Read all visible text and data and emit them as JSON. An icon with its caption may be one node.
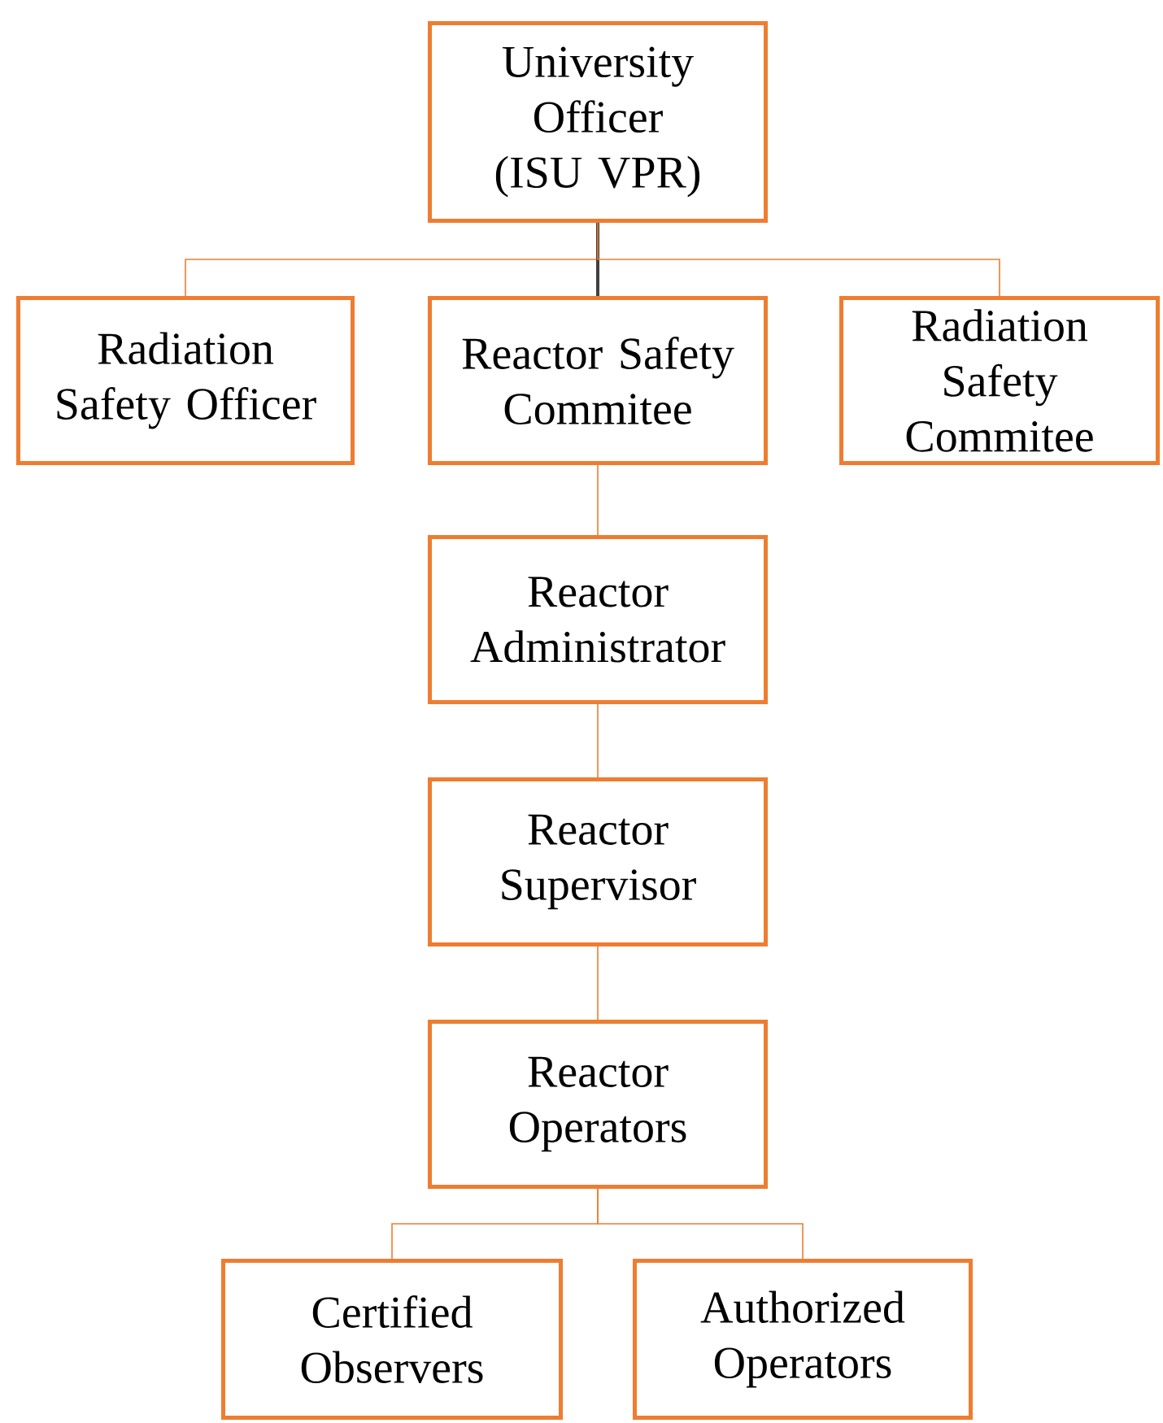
{
  "diagram": {
    "nodes": [
      {
        "text": [
          "University Officer (ISU VPR)"
        ]
      },
      {
        "text": [
          "Radiation Safety Officer"
        ]
      },
      {
        "text": [
          "Reactor Safety Commitee"
        ]
      },
      {
        "text": [
          "Radiation Safety Commitee"
        ]
      },
      {
        "text": [
          "Reactor Administrator"
        ]
      },
      {
        "text": [
          "Reactor Supervisor"
        ]
      },
      {
        "text": [
          "Reactor Operators"
        ]
      },
      {
        "text": [
          "Certified Observers"
        ]
      },
      {
        "text": [
          "Authorized Operators"
        ]
      }
    ],
    "edges": [
      {
        "from": 0,
        "to": 1,
        "arrow": "none"
      },
      {
        "from": 0,
        "to": 2,
        "arrow": "none",
        "color": "#404040"
      },
      {
        "from": 0,
        "to": 3,
        "arrow": "none"
      },
      {
        "from": 2,
        "to": 4,
        "arrow": "none"
      },
      {
        "from": 4,
        "to": 5,
        "arrow": "none"
      },
      {
        "from": 5,
        "to": 6,
        "arrow": "none"
      },
      {
        "from": 6,
        "to": 7,
        "arrow": "none"
      },
      {
        "from": 6,
        "to": 8,
        "arrow": "none"
      }
    ]
  }
}
